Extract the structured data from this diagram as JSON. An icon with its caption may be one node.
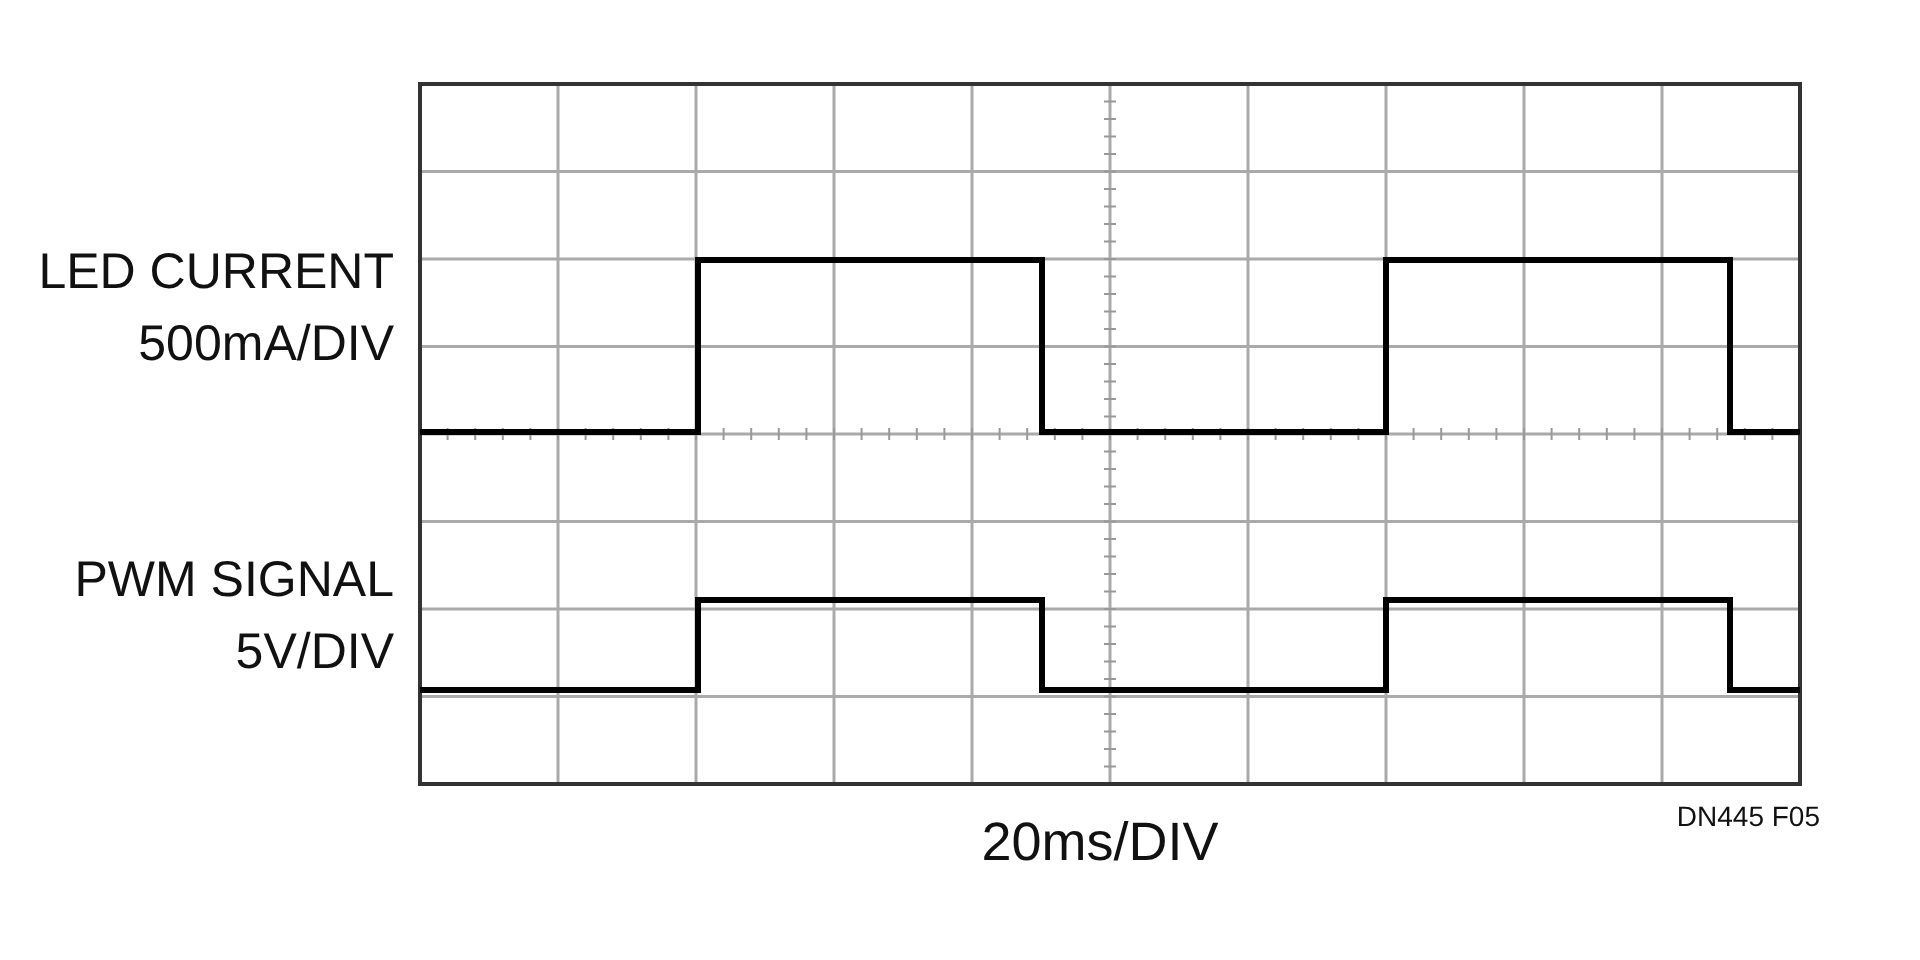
{
  "diagram": {
    "labels": [
      "LED CURRENT 500mA/DIV",
      "PWM SIGNAL 5V/DIV",
      "20ms/DIV",
      "DN445 F05"
    ]
  }
}
